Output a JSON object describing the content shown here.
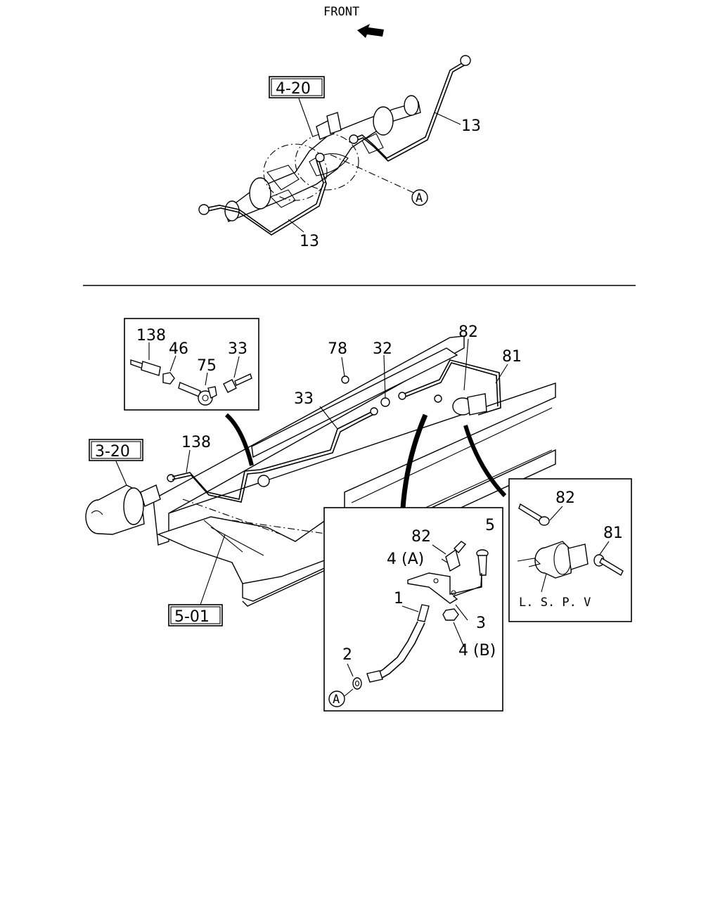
{
  "header": {
    "front_label": "FRONT"
  },
  "refs": {
    "ref_4_20": "4-20",
    "ref_3_20": "3-20",
    "ref_5_01": "5-01"
  },
  "callouts": {
    "c13_top": "13",
    "c13_bottom": "13",
    "cA_top": "A",
    "c138_inset": "138",
    "c46": "46",
    "c75": "75",
    "c33_inset": "33",
    "c78": "78",
    "c32": "32",
    "c33_main": "33",
    "c82_main": "82",
    "c81_main": "81",
    "c138_main": "138",
    "c82_lspv": "82",
    "c81_lspv": "81",
    "lspv_label": "L. S. P. V",
    "c82_bracket": "82",
    "c5": "5",
    "c4a": "4 (A)",
    "c1": "1",
    "c3": "3",
    "c4b": "4 (B)",
    "c2": "2",
    "cA_bottom": "A"
  }
}
